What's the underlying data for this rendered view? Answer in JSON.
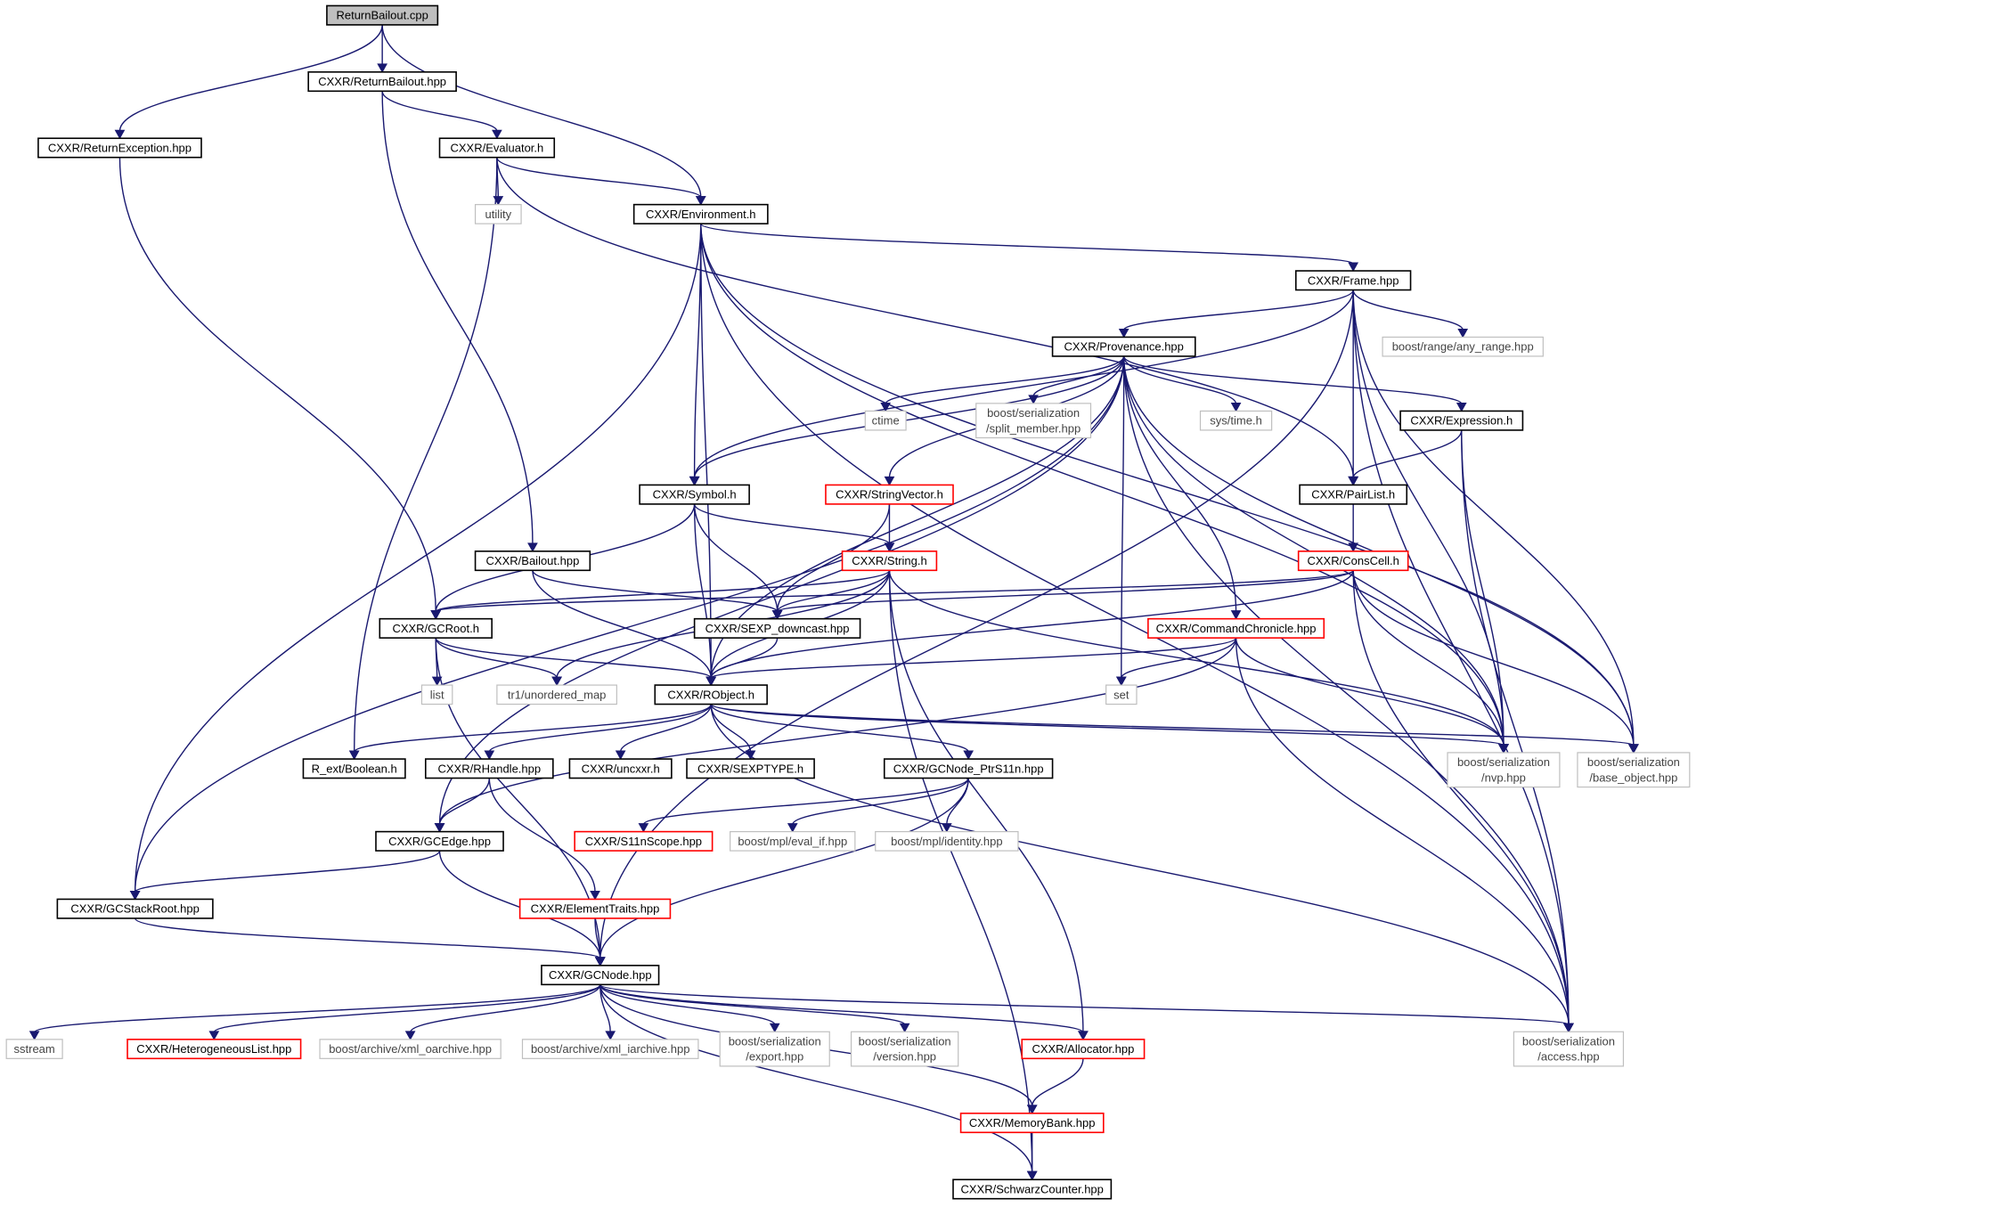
{
  "colors": {
    "edge": "#191970",
    "border_documented": "#000000",
    "border_undocumented": "#ff0000",
    "border_external": "#bfbfbf",
    "root_fill": "#bfbfbf"
  },
  "nodes": [
    {
      "id": "returnbailout_cpp",
      "lines": [
        "ReturnBailout.cpp"
      ],
      "kind": "root"
    },
    {
      "id": "returnbailout_hpp",
      "lines": [
        "CXXR/ReturnBailout.hpp"
      ],
      "kind": "documented"
    },
    {
      "id": "returnexception_hpp",
      "lines": [
        "CXXR/ReturnException.hpp"
      ],
      "kind": "documented"
    },
    {
      "id": "evaluator_h",
      "lines": [
        "CXXR/Evaluator.h"
      ],
      "kind": "documented"
    },
    {
      "id": "utility",
      "lines": [
        "utility"
      ],
      "kind": "external"
    },
    {
      "id": "environment_h",
      "lines": [
        "CXXR/Environment.h"
      ],
      "kind": "documented"
    },
    {
      "id": "frame_hpp",
      "lines": [
        "CXXR/Frame.hpp"
      ],
      "kind": "documented"
    },
    {
      "id": "any_range_hpp",
      "lines": [
        "boost/range/any_range.hpp"
      ],
      "kind": "external"
    },
    {
      "id": "provenance_hpp",
      "lines": [
        "CXXR/Provenance.hpp"
      ],
      "kind": "documented"
    },
    {
      "id": "ctime",
      "lines": [
        "ctime"
      ],
      "kind": "external"
    },
    {
      "id": "split_member_hpp",
      "lines": [
        "boost/serialization",
        "/split_member.hpp"
      ],
      "kind": "external"
    },
    {
      "id": "sys_time_h",
      "lines": [
        "sys/time.h"
      ],
      "kind": "external"
    },
    {
      "id": "expression_h",
      "lines": [
        "CXXR/Expression.h"
      ],
      "kind": "documented"
    },
    {
      "id": "symbol_h",
      "lines": [
        "CXXR/Symbol.h"
      ],
      "kind": "documented"
    },
    {
      "id": "stringvector_h",
      "lines": [
        "CXXR/StringVector.h"
      ],
      "kind": "undocumented"
    },
    {
      "id": "pairlist_h",
      "lines": [
        "CXXR/PairList.h"
      ],
      "kind": "documented"
    },
    {
      "id": "bailout_hpp",
      "lines": [
        "CXXR/Bailout.hpp"
      ],
      "kind": "documented"
    },
    {
      "id": "string_h",
      "lines": [
        "CXXR/String.h"
      ],
      "kind": "undocumented"
    },
    {
      "id": "conscell_h",
      "lines": [
        "CXXR/ConsCell.h"
      ],
      "kind": "undocumented"
    },
    {
      "id": "gcroot_h",
      "lines": [
        "CXXR/GCRoot.h"
      ],
      "kind": "documented"
    },
    {
      "id": "sexp_downcast_hpp",
      "lines": [
        "CXXR/SEXP_downcast.hpp"
      ],
      "kind": "documented"
    },
    {
      "id": "commandchronicle_hpp",
      "lines": [
        "CXXR/CommandChronicle.hpp"
      ],
      "kind": "undocumented"
    },
    {
      "id": "list",
      "lines": [
        "list"
      ],
      "kind": "external"
    },
    {
      "id": "tr1_unordered_map",
      "lines": [
        "tr1/unordered_map"
      ],
      "kind": "external"
    },
    {
      "id": "robject_h",
      "lines": [
        "CXXR/RObject.h"
      ],
      "kind": "documented"
    },
    {
      "id": "set",
      "lines": [
        "set"
      ],
      "kind": "external"
    },
    {
      "id": "nvp_hpp",
      "lines": [
        "boost/serialization",
        "/nvp.hpp"
      ],
      "kind": "external"
    },
    {
      "id": "base_object_hpp",
      "lines": [
        "boost/serialization",
        "/base_object.hpp"
      ],
      "kind": "external"
    },
    {
      "id": "r_ext_boolean_h",
      "lines": [
        "R_ext/Boolean.h"
      ],
      "kind": "documented"
    },
    {
      "id": "rhandle_hpp",
      "lines": [
        "CXXR/RHandle.hpp"
      ],
      "kind": "documented"
    },
    {
      "id": "uncxxr_h",
      "lines": [
        "CXXR/uncxxr.h"
      ],
      "kind": "documented"
    },
    {
      "id": "sexptype_h",
      "lines": [
        "CXXR/SEXPTYPE.h"
      ],
      "kind": "documented"
    },
    {
      "id": "gcnode_ptrs11n_hpp",
      "lines": [
        "CXXR/GCNode_PtrS11n.hpp"
      ],
      "kind": "documented"
    },
    {
      "id": "gcedge_hpp",
      "lines": [
        "CXXR/GCEdge.hpp"
      ],
      "kind": "documented"
    },
    {
      "id": "s11nscope_hpp",
      "lines": [
        "CXXR/S11nScope.hpp"
      ],
      "kind": "undocumented"
    },
    {
      "id": "eval_if_hpp",
      "lines": [
        "boost/mpl/eval_if.hpp"
      ],
      "kind": "external"
    },
    {
      "id": "identity_hpp",
      "lines": [
        "boost/mpl/identity.hpp"
      ],
      "kind": "external"
    },
    {
      "id": "gcstackroot_hpp",
      "lines": [
        "CXXR/GCStackRoot.hpp"
      ],
      "kind": "documented"
    },
    {
      "id": "elementtraits_hpp",
      "lines": [
        "CXXR/ElementTraits.hpp"
      ],
      "kind": "undocumented"
    },
    {
      "id": "gcnode_hpp",
      "lines": [
        "CXXR/GCNode.hpp"
      ],
      "kind": "documented"
    },
    {
      "id": "sstream",
      "lines": [
        "sstream"
      ],
      "kind": "external"
    },
    {
      "id": "heterogeneouslist_hpp",
      "lines": [
        "CXXR/HeterogeneousList.hpp"
      ],
      "kind": "undocumented"
    },
    {
      "id": "xml_oarchive_hpp",
      "lines": [
        "boost/archive/xml_oarchive.hpp"
      ],
      "kind": "external"
    },
    {
      "id": "xml_iarchive_hpp",
      "lines": [
        "boost/archive/xml_iarchive.hpp"
      ],
      "kind": "external"
    },
    {
      "id": "export_hpp",
      "lines": [
        "boost/serialization",
        "/export.hpp"
      ],
      "kind": "external"
    },
    {
      "id": "version_hpp",
      "lines": [
        "boost/serialization",
        "/version.hpp"
      ],
      "kind": "external"
    },
    {
      "id": "allocator_hpp",
      "lines": [
        "CXXR/Allocator.hpp"
      ],
      "kind": "undocumented"
    },
    {
      "id": "access_hpp",
      "lines": [
        "boost/serialization",
        "/access.hpp"
      ],
      "kind": "external"
    },
    {
      "id": "memorybank_hpp",
      "lines": [
        "CXXR/MemoryBank.hpp"
      ],
      "kind": "undocumented"
    },
    {
      "id": "schwarzcounter_hpp",
      "lines": [
        "CXXR/SchwarzCounter.hpp"
      ],
      "kind": "documented"
    }
  ],
  "edges": [
    [
      "returnbailout_cpp",
      "returnbailout_hpp"
    ],
    [
      "returnbailout_cpp",
      "returnexception_hpp"
    ],
    [
      "returnbailout_cpp",
      "environment_h"
    ],
    [
      "returnbailout_hpp",
      "evaluator_h"
    ],
    [
      "returnbailout_hpp",
      "bailout_hpp"
    ],
    [
      "returnexception_hpp",
      "gcroot_h"
    ],
    [
      "evaluator_h",
      "utility"
    ],
    [
      "evaluator_h",
      "environment_h"
    ],
    [
      "evaluator_h",
      "r_ext_boolean_h"
    ],
    [
      "evaluator_h",
      "pairlist_h"
    ],
    [
      "environment_h",
      "frame_hpp"
    ],
    [
      "environment_h",
      "symbol_h"
    ],
    [
      "environment_h",
      "robject_h"
    ],
    [
      "environment_h",
      "gcstackroot_hpp"
    ],
    [
      "environment_h",
      "access_hpp"
    ],
    [
      "environment_h",
      "nvp_hpp"
    ],
    [
      "environment_h",
      "base_object_hpp"
    ],
    [
      "frame_hpp",
      "any_range_hpp"
    ],
    [
      "frame_hpp",
      "provenance_hpp"
    ],
    [
      "frame_hpp",
      "pairlist_h"
    ],
    [
      "frame_hpp",
      "symbol_h"
    ],
    [
      "frame_hpp",
      "gcnode_hpp"
    ],
    [
      "frame_hpp",
      "nvp_hpp"
    ],
    [
      "frame_hpp",
      "base_object_hpp"
    ],
    [
      "frame_hpp",
      "access_hpp"
    ],
    [
      "provenance_hpp",
      "ctime"
    ],
    [
      "provenance_hpp",
      "split_member_hpp"
    ],
    [
      "provenance_hpp",
      "sys_time_h"
    ],
    [
      "provenance_hpp",
      "expression_h"
    ],
    [
      "provenance_hpp",
      "symbol_h"
    ],
    [
      "provenance_hpp",
      "stringvector_h"
    ],
    [
      "provenance_hpp",
      "commandchronicle_hpp"
    ],
    [
      "provenance_hpp",
      "set"
    ],
    [
      "provenance_hpp",
      "robject_h"
    ],
    [
      "provenance_hpp",
      "gcedge_hpp"
    ],
    [
      "provenance_hpp",
      "gcstackroot_hpp"
    ],
    [
      "provenance_hpp",
      "nvp_hpp"
    ],
    [
      "provenance_hpp",
      "base_object_hpp"
    ],
    [
      "provenance_hpp",
      "access_hpp"
    ],
    [
      "expression_h",
      "pairlist_h"
    ],
    [
      "expression_h",
      "nvp_hpp"
    ],
    [
      "expression_h",
      "access_hpp"
    ],
    [
      "pairlist_h",
      "conscell_h"
    ],
    [
      "symbol_h",
      "string_h"
    ],
    [
      "symbol_h",
      "gcroot_h"
    ],
    [
      "symbol_h",
      "sexp_downcast_hpp"
    ],
    [
      "symbol_h",
      "robject_h"
    ],
    [
      "stringvector_h",
      "string_h"
    ],
    [
      "stringvector_h",
      "sexp_downcast_hpp"
    ],
    [
      "bailout_hpp",
      "robject_h"
    ],
    [
      "bailout_hpp",
      "sexp_downcast_hpp"
    ],
    [
      "string_h",
      "gcroot_h"
    ],
    [
      "string_h",
      "sexp_downcast_hpp"
    ],
    [
      "string_h",
      "robject_h"
    ],
    [
      "string_h",
      "tr1_unordered_map"
    ],
    [
      "string_h",
      "allocator_hpp"
    ],
    [
      "string_h",
      "schwarzcounter_hpp"
    ],
    [
      "string_h",
      "nvp_hpp"
    ],
    [
      "conscell_h",
      "gcroot_h"
    ],
    [
      "conscell_h",
      "sexp_downcast_hpp"
    ],
    [
      "conscell_h",
      "robject_h"
    ],
    [
      "conscell_h",
      "nvp_hpp"
    ],
    [
      "conscell_h",
      "base_object_hpp"
    ],
    [
      "conscell_h",
      "access_hpp"
    ],
    [
      "gcroot_h",
      "list"
    ],
    [
      "gcroot_h",
      "tr1_unordered_map"
    ],
    [
      "gcroot_h",
      "robject_h"
    ],
    [
      "gcroot_h",
      "gcnode_hpp"
    ],
    [
      "sexp_downcast_hpp",
      "robject_h"
    ],
    [
      "commandchronicle_hpp",
      "robject_h"
    ],
    [
      "commandchronicle_hpp",
      "set"
    ],
    [
      "commandchronicle_hpp",
      "gcedge_hpp"
    ],
    [
      "commandchronicle_hpp",
      "nvp_hpp"
    ],
    [
      "commandchronicle_hpp",
      "access_hpp"
    ],
    [
      "robject_h",
      "r_ext_boolean_h"
    ],
    [
      "robject_h",
      "rhandle_hpp"
    ],
    [
      "robject_h",
      "uncxxr_h"
    ],
    [
      "robject_h",
      "sexptype_h"
    ],
    [
      "robject_h",
      "gcnode_ptrs11n_hpp"
    ],
    [
      "robject_h",
      "nvp_hpp"
    ],
    [
      "robject_h",
      "base_object_hpp"
    ],
    [
      "robject_h",
      "access_hpp"
    ],
    [
      "rhandle_hpp",
      "gcedge_hpp"
    ],
    [
      "rhandle_hpp",
      "elementtraits_hpp"
    ],
    [
      "gcnode_ptrs11n_hpp",
      "s11nscope_hpp"
    ],
    [
      "gcnode_ptrs11n_hpp",
      "eval_if_hpp"
    ],
    [
      "gcnode_ptrs11n_hpp",
      "identity_hpp"
    ],
    [
      "gcnode_ptrs11n_hpp",
      "gcnode_hpp"
    ],
    [
      "gcedge_hpp",
      "gcstackroot_hpp"
    ],
    [
      "gcedge_hpp",
      "gcnode_hpp"
    ],
    [
      "gcstackroot_hpp",
      "gcnode_hpp"
    ],
    [
      "elementtraits_hpp",
      "gcnode_hpp"
    ],
    [
      "gcnode_hpp",
      "sstream"
    ],
    [
      "gcnode_hpp",
      "heterogeneouslist_hpp"
    ],
    [
      "gcnode_hpp",
      "xml_oarchive_hpp"
    ],
    [
      "gcnode_hpp",
      "xml_iarchive_hpp"
    ],
    [
      "gcnode_hpp",
      "export_hpp"
    ],
    [
      "gcnode_hpp",
      "version_hpp"
    ],
    [
      "gcnode_hpp",
      "allocator_hpp"
    ],
    [
      "gcnode_hpp",
      "memorybank_hpp"
    ],
    [
      "gcnode_hpp",
      "access_hpp"
    ],
    [
      "gcnode_hpp",
      "schwarzcounter_hpp"
    ],
    [
      "allocator_hpp",
      "memorybank_hpp"
    ],
    [
      "memorybank_hpp",
      "schwarzcounter_hpp"
    ]
  ]
}
